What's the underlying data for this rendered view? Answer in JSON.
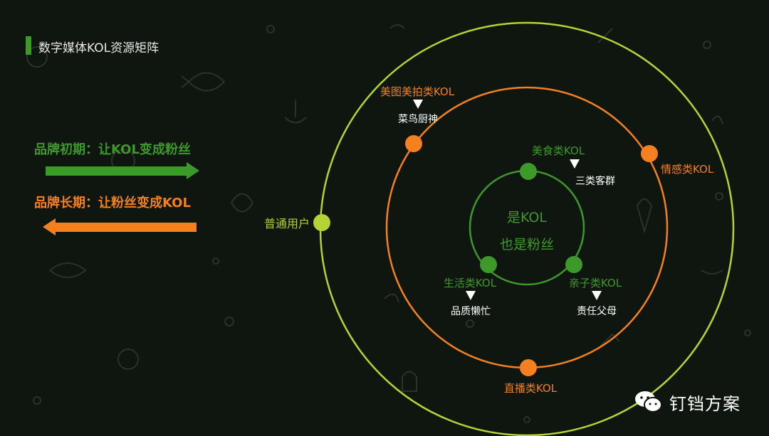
{
  "title": "数字媒体KOL资源矩阵",
  "phases": [
    {
      "label": "品牌初期：让KOL变成粉丝",
      "direction": "right"
    },
    {
      "label": "品牌长期：让粉丝变成KOL",
      "direction": "left"
    }
  ],
  "center": {
    "line1": "是KOL",
    "line2": "也是粉丝"
  },
  "outer_node": {
    "label": "普通用户"
  },
  "middle_nodes": [
    {
      "id": "meitu",
      "label": "美图美拍类KOL",
      "sub": "菜鸟厨神"
    },
    {
      "id": "qinggan",
      "label": "情感类KOL",
      "sub": ""
    },
    {
      "id": "zhibo",
      "label": "直播类KOL",
      "sub": ""
    }
  ],
  "inner_nodes": [
    {
      "id": "meishi",
      "label": "美食类KOL",
      "sub": "三类客群"
    },
    {
      "id": "shenghuo",
      "label": "生活类KOL",
      "sub": "品质懒忙"
    },
    {
      "id": "qinzi",
      "label": "亲子类KOL",
      "sub": "责任父母"
    }
  ],
  "brand": {
    "name": "钉铛方案",
    "icon": "wechat-icon"
  },
  "colors": {
    "background": "#0f150f",
    "green": "#3d9a2a",
    "orange": "#f5801f",
    "lime": "#b5d334",
    "white": "#ffffff"
  }
}
